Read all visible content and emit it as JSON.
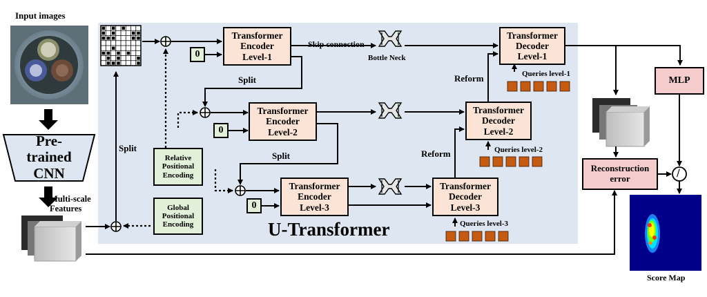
{
  "title": "U-Transformer",
  "input": {
    "title": "Input images"
  },
  "cnn": {
    "label": "Pre-trained\nCNN"
  },
  "multiscale": {
    "label": "Multi-scale\nFeatures"
  },
  "split_labels": {
    "main": "Split",
    "level1": "Split",
    "level2": "Split"
  },
  "positional": {
    "relative": "Relative\nPositional\nEncoding",
    "global": "Global\nPositional\nEncoding"
  },
  "zero_token": "0",
  "encoders": [
    {
      "label": "Transformer\nEncoder\nLevel-1"
    },
    {
      "label": "Transformer\nEncoder\nLevel-2"
    },
    {
      "label": "Transformer\nEncoder\nLevel-3"
    }
  ],
  "decoders": [
    {
      "label": "Transformer\nDecoder\nLevel-1",
      "queries": "Queries  level-1"
    },
    {
      "label": "Transformer\nDecoder\nLevel-2",
      "queries": "Queries level-2"
    },
    {
      "label": "Transformer\nDecoder\nLevel-3",
      "queries": "Queries level-3"
    }
  ],
  "skip": "Skip connection",
  "bottleneck": "Bottle Neck",
  "reform": {
    "upper": "Reform",
    "lower": "Reform"
  },
  "mlp": "MLP",
  "reconstruction": "Reconstruction\nerror",
  "divide_symbol": "/",
  "add_symbol": "⊕",
  "score_map": "Score Map",
  "colors": {
    "panel": "#dde6f1",
    "transformer_box": "#fbe4d5",
    "green_box": "#e2efd9",
    "pink_box": "#f4cccc",
    "query_token": "#c55a11",
    "score_bg": "#00008b"
  }
}
